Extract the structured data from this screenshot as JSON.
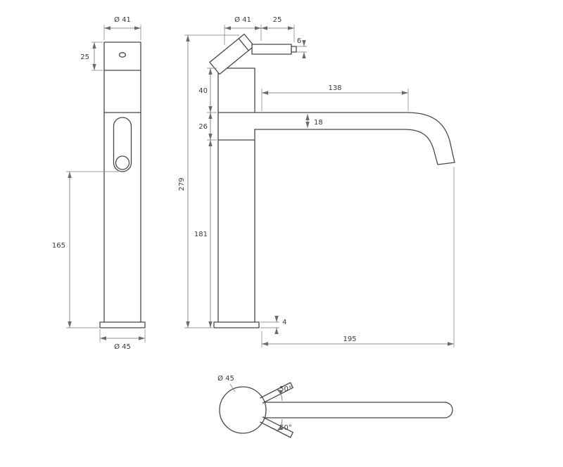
{
  "drawing": {
    "type": "technical-dimension-drawing",
    "subject": "tall single-lever basin mixer tap, three orthographic views",
    "colors": {
      "object_line": "#474747",
      "dimension_line": "#6b6b6b",
      "text": "#3a3a3a",
      "background": "#ffffff"
    },
    "front": {
      "top_diameter": "Ø 41",
      "cap_height": "25",
      "lower_height": "165",
      "base_diameter": "Ø 45"
    },
    "side": {
      "top_diameter": "Ø 41",
      "lever_length": "25",
      "lever_tip_diameter": "6",
      "upper_section_height": "40",
      "spout_reach": "138",
      "mid_section_height": "26",
      "spout_tube_diameter": "18",
      "overall_height": "279",
      "lower_section_height": "181",
      "base_plate_height": "4",
      "overall_reach": "195"
    },
    "plan": {
      "base_diameter": "Ø 45",
      "handle_swing_upper": "50°",
      "handle_swing_lower": "50°"
    }
  }
}
